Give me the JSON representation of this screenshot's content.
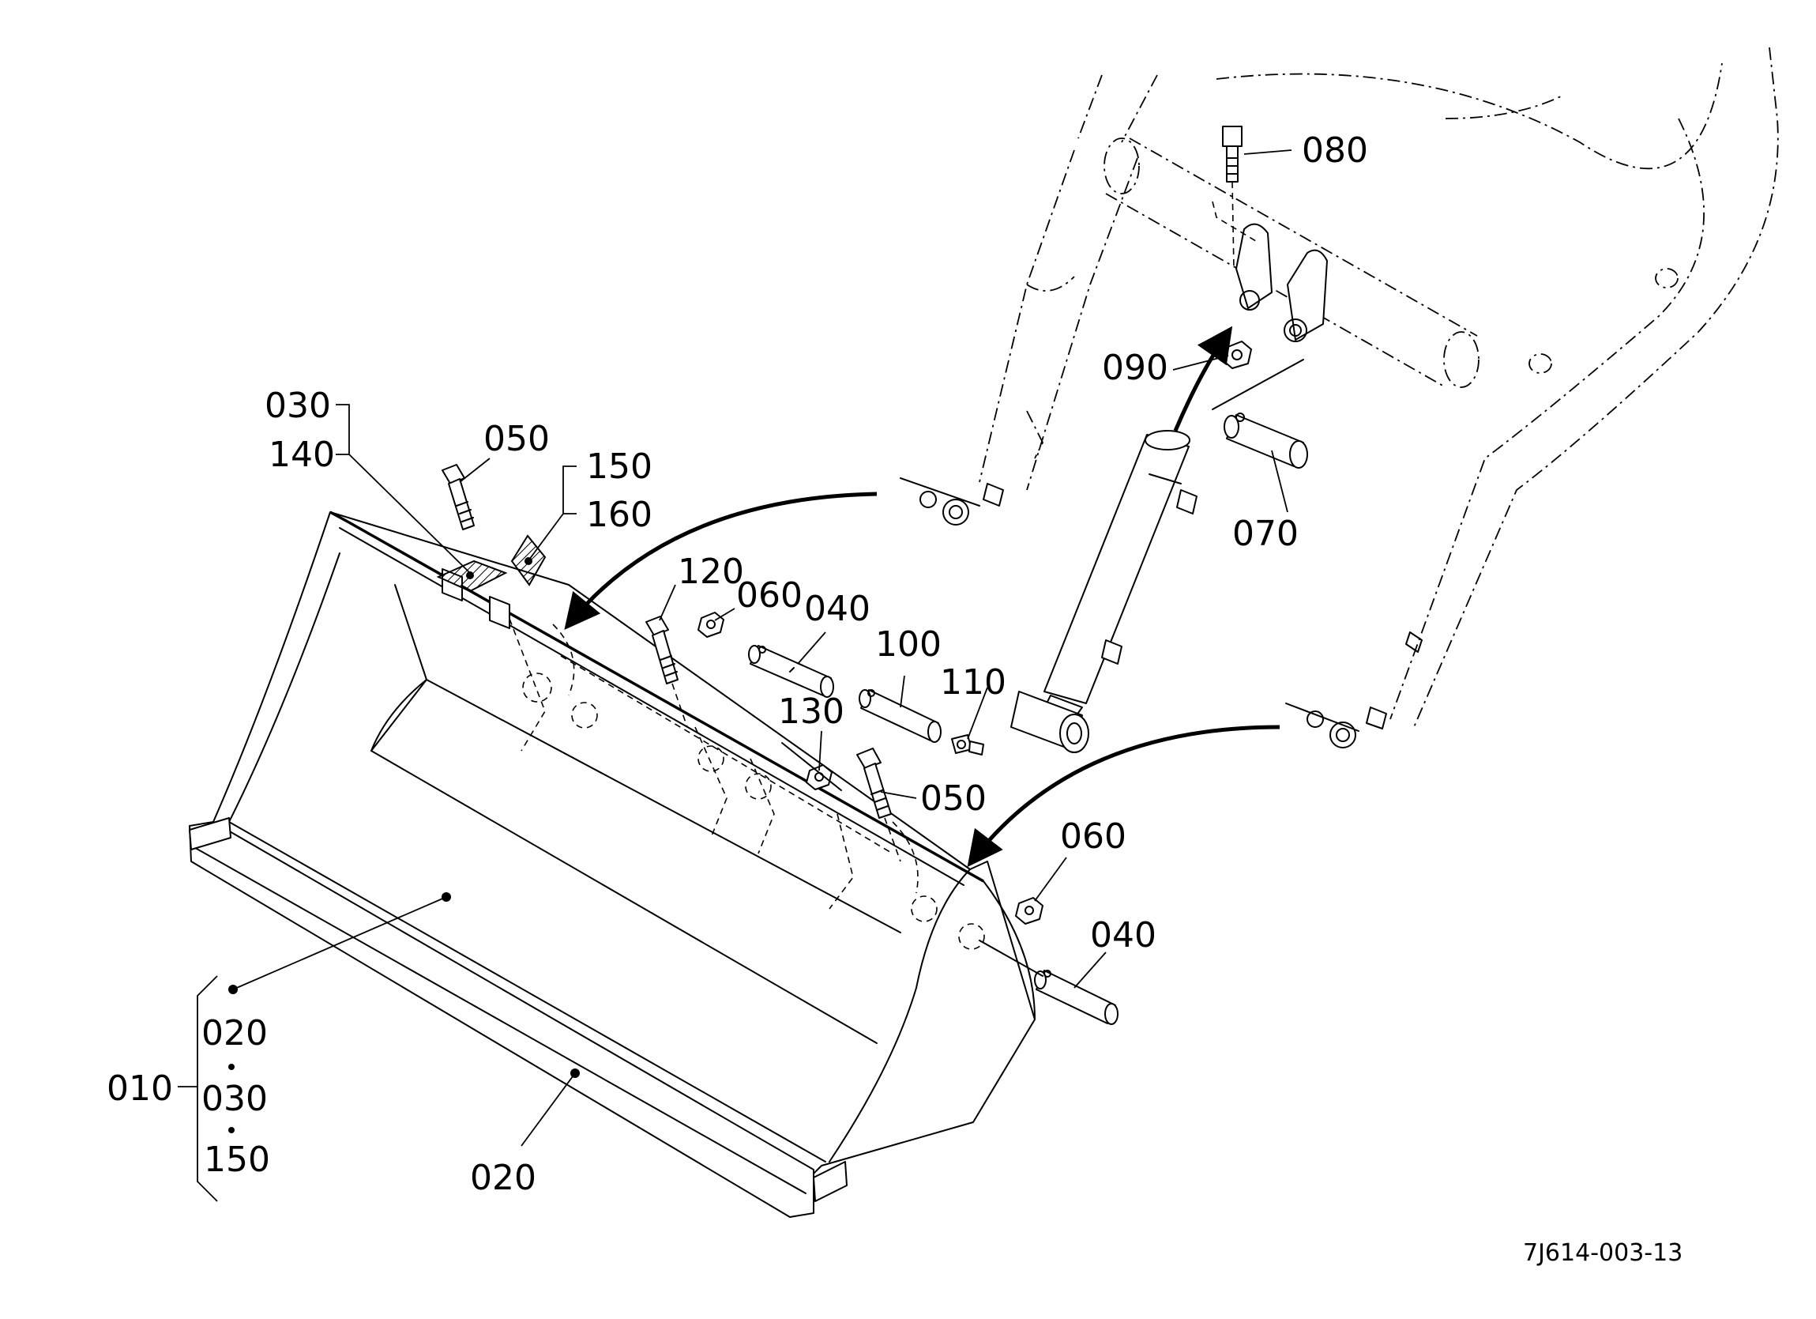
{
  "diagram": {
    "drawing_code": "7J614-003-13",
    "callouts": {
      "c010": "010",
      "c020_top": "020",
      "c030_group": "030",
      "c150_group": "150",
      "c020_edge": "020",
      "c030": "030",
      "c140": "140",
      "c050_top": "050",
      "c150": "150",
      "c160": "160",
      "c120": "120",
      "c060_top": "060",
      "c040_top": "040",
      "c100": "100",
      "c110": "110",
      "c130": "130",
      "c050_mid": "050",
      "c060_right": "060",
      "c040_right": "040",
      "c080": "080",
      "c090": "090",
      "c070": "070"
    }
  }
}
